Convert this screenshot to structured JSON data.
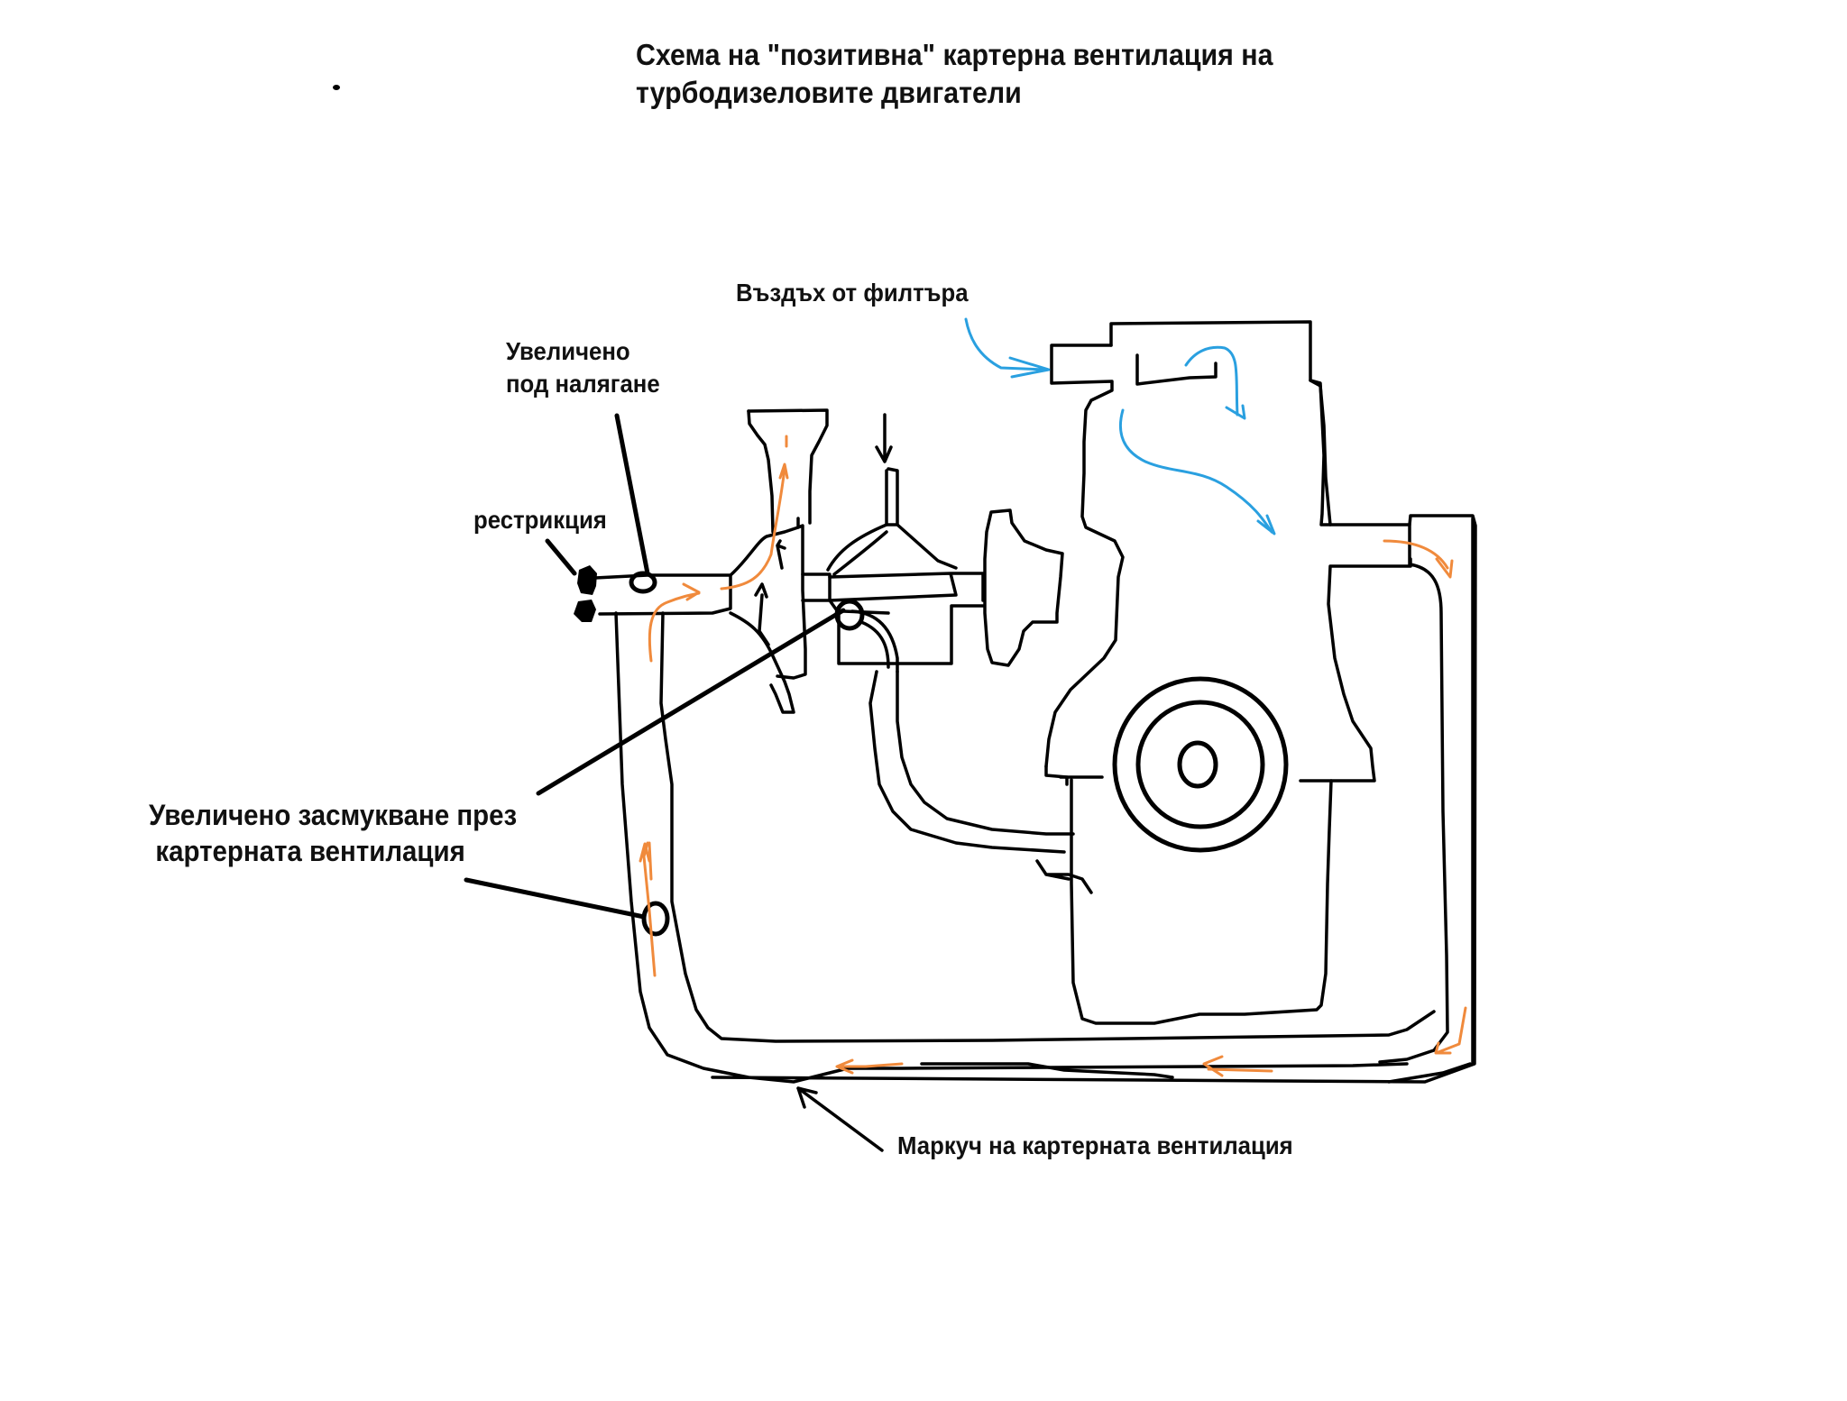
{
  "title": {
    "line1": "Схема на \"позитивна\" картерна вентилация на",
    "line2": "турбодизеловите двигатели"
  },
  "labels": {
    "air_from_filter": "Въздъх от филтъра",
    "increased_pressure_line1": "Увеличено",
    "increased_pressure_line2": "под налягане",
    "restriction": "рестрикция",
    "increased_suction_line1": "Увеличено засмукване през",
    "increased_suction_line2": "картерната вентилация",
    "ventilation_hose": "Маркуч на картерната вентилация"
  },
  "colors": {
    "line": "#000000",
    "flow_gas": "#F08A3C",
    "flow_air": "#2AA0E0",
    "background": "#FFFFFF"
  },
  "components": [
    "engine-block",
    "crankshaft-pulley",
    "turbocharger",
    "intake-pipe",
    "exhaust-pipe",
    "crankcase-ventilation-hose",
    "restriction-valve",
    "suction-port",
    "pressure-port"
  ]
}
